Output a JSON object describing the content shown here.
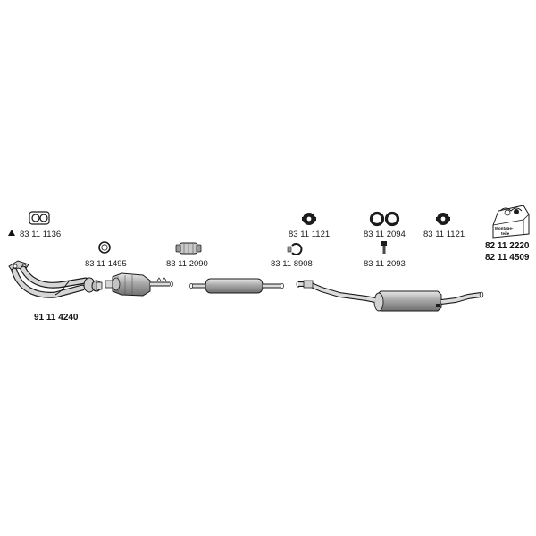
{
  "parts": {
    "gasket_flange": {
      "number": "83 11 1136",
      "marker": "triangle-icon"
    },
    "front_pipe": {
      "number": "91 11 4240"
    },
    "seal_ring": {
      "number": "83 11 1495"
    },
    "clamp": {
      "number": "83 11 2090"
    },
    "clamp_small": {
      "number": "83 11 8908"
    },
    "hanger_1": {
      "number": "83 11 1121"
    },
    "hanger_pair": {
      "number": "83 11 2094"
    },
    "bolt": {
      "number": "83 11 2093"
    },
    "hanger_2": {
      "number": "83 11 1121"
    },
    "mounting_kit": {
      "number_1": "82 11 2220",
      "number_2": "82 11 4509",
      "box_text_1": "Montage-",
      "box_text_2": "teile"
    }
  },
  "colors": {
    "line": "#1a1a1a",
    "fill_light": "#d9d9d9",
    "fill_mid": "#b5b5b5",
    "fill_dark": "#8a8a8a"
  }
}
